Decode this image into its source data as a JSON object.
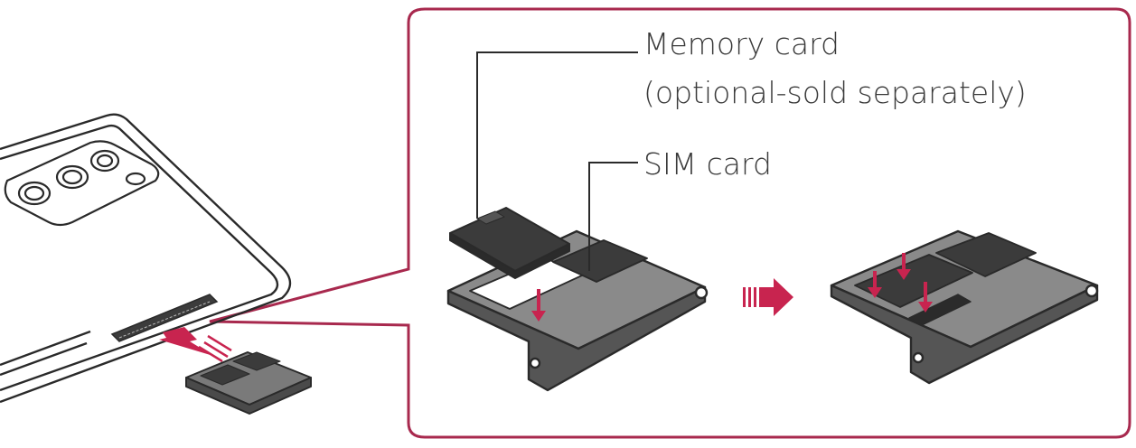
{
  "labels": {
    "memory_card": "Memory card",
    "memory_card_note": "(optional-sold separately)",
    "sim_card": "SIM card"
  },
  "colors": {
    "accent": "#a8294e",
    "outline": "#2a2a2a",
    "tray_fill": "#6d6d6d",
    "card_fill": "#3b3b3b",
    "arrow_fill": "#c8244f"
  }
}
